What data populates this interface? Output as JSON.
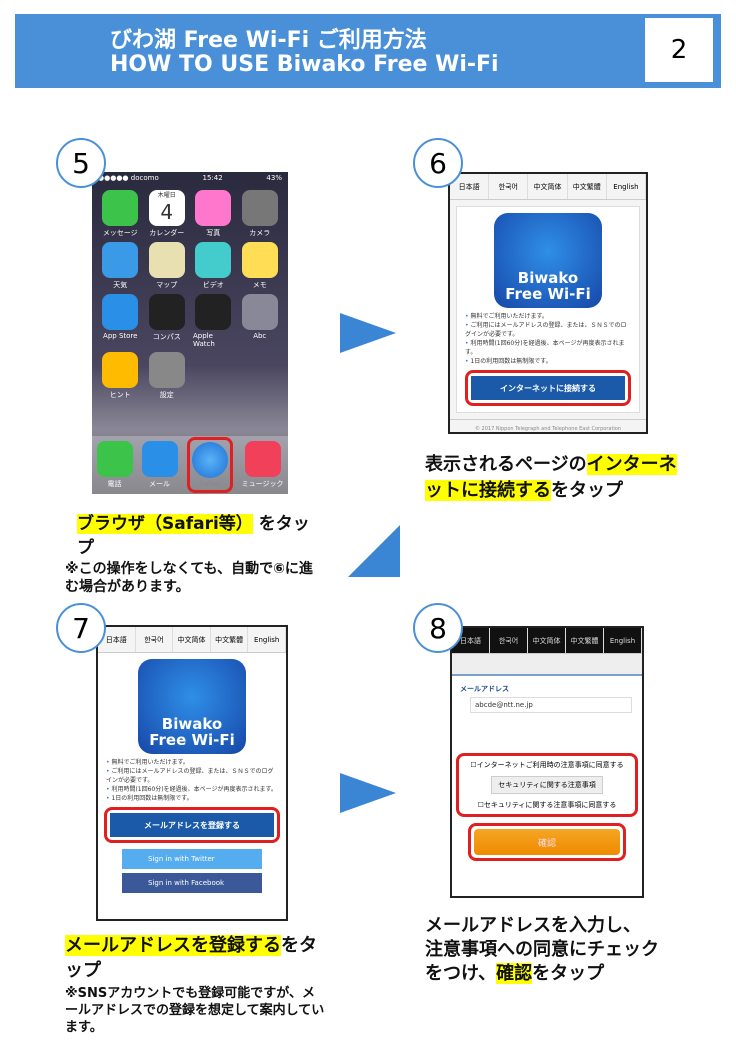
{
  "header": {
    "title_ja": "びわ湖 Free Wi-Fi ご利用方法",
    "title_en": "HOW TO USE Biwako Free Wi-Fi",
    "page": "2"
  },
  "steps": {
    "s5": {
      "num": "5",
      "status": {
        "carrier": "●●●●● docomo",
        "time": "15:42",
        "battery": "43%"
      },
      "apps": [
        "メッセージ",
        "カレンダー",
        "写真",
        "カメラ",
        "天気",
        "マップ",
        "ビデオ",
        "メモ",
        "App Store",
        "コンパス",
        "Apple Watch",
        "Abc",
        "ヒント",
        "設定"
      ],
      "calendar_day": "木曜日",
      "calendar_date": "4",
      "dock": [
        "電話",
        "メール",
        "Safari",
        "ミュージック"
      ],
      "caption_hl": "ブラウザ（Safari等）",
      "caption_rest": "をタップ",
      "note": "※この操作をしなくても、自動で⑥に進む場合があります。"
    },
    "s6": {
      "num": "6",
      "langs": [
        "日本語",
        "한국어",
        "中文简体",
        "中文繁體",
        "English"
      ],
      "logo": [
        "Biwako",
        "Free Wi-Fi"
      ],
      "bullets": [
        "無料でご利用いただけます。",
        "ご利用にはメールアドレスの登録、または、ＳＮＳでのログインが必要です。",
        "利用時間(1回60分)を経過後、本ページが再度表示されます。",
        "1日の利用回数は無制限です。"
      ],
      "button": "インターネットに接続する",
      "footer": "© 2017 Nippon Telegraph and Telephone East Corporation",
      "caption_pre": "表示されるページの",
      "caption_hl": "インターネットに接続する",
      "caption_rest": "をタップ"
    },
    "s7": {
      "num": "7",
      "button": "メールアドレスを登録する",
      "twitter": "Sign in with Twitter",
      "facebook": "Sign in with Facebook",
      "caption_hl": "メールアドレスを登録する",
      "caption_rest": "をタップ",
      "note": "※SNSアカウントでも登録可能ですが、メールアドレスでの登録を想定して案内しています。"
    },
    "s8": {
      "num": "8",
      "email_label": "メールアドレス",
      "email_value": "abcde@ntt.ne.jp",
      "check1": "インターネットご利用時の注意事項に同意する",
      "security_btn": "セキュリティに関する注意事項",
      "check2": "セキュリティに関する注意事項に同意する",
      "confirm": "確認",
      "caption_l1": "メールアドレスを入力し、",
      "caption_l2": "注意事項への同意にチェック",
      "caption_l3_pre": "をつけ、",
      "caption_hl": "確認",
      "caption_l3_rest": "をタップ"
    }
  },
  "colors": {
    "accent": "#4a90d9",
    "highlight": "#ffff00",
    "red": "#e02020",
    "orange": "#f39a00"
  }
}
